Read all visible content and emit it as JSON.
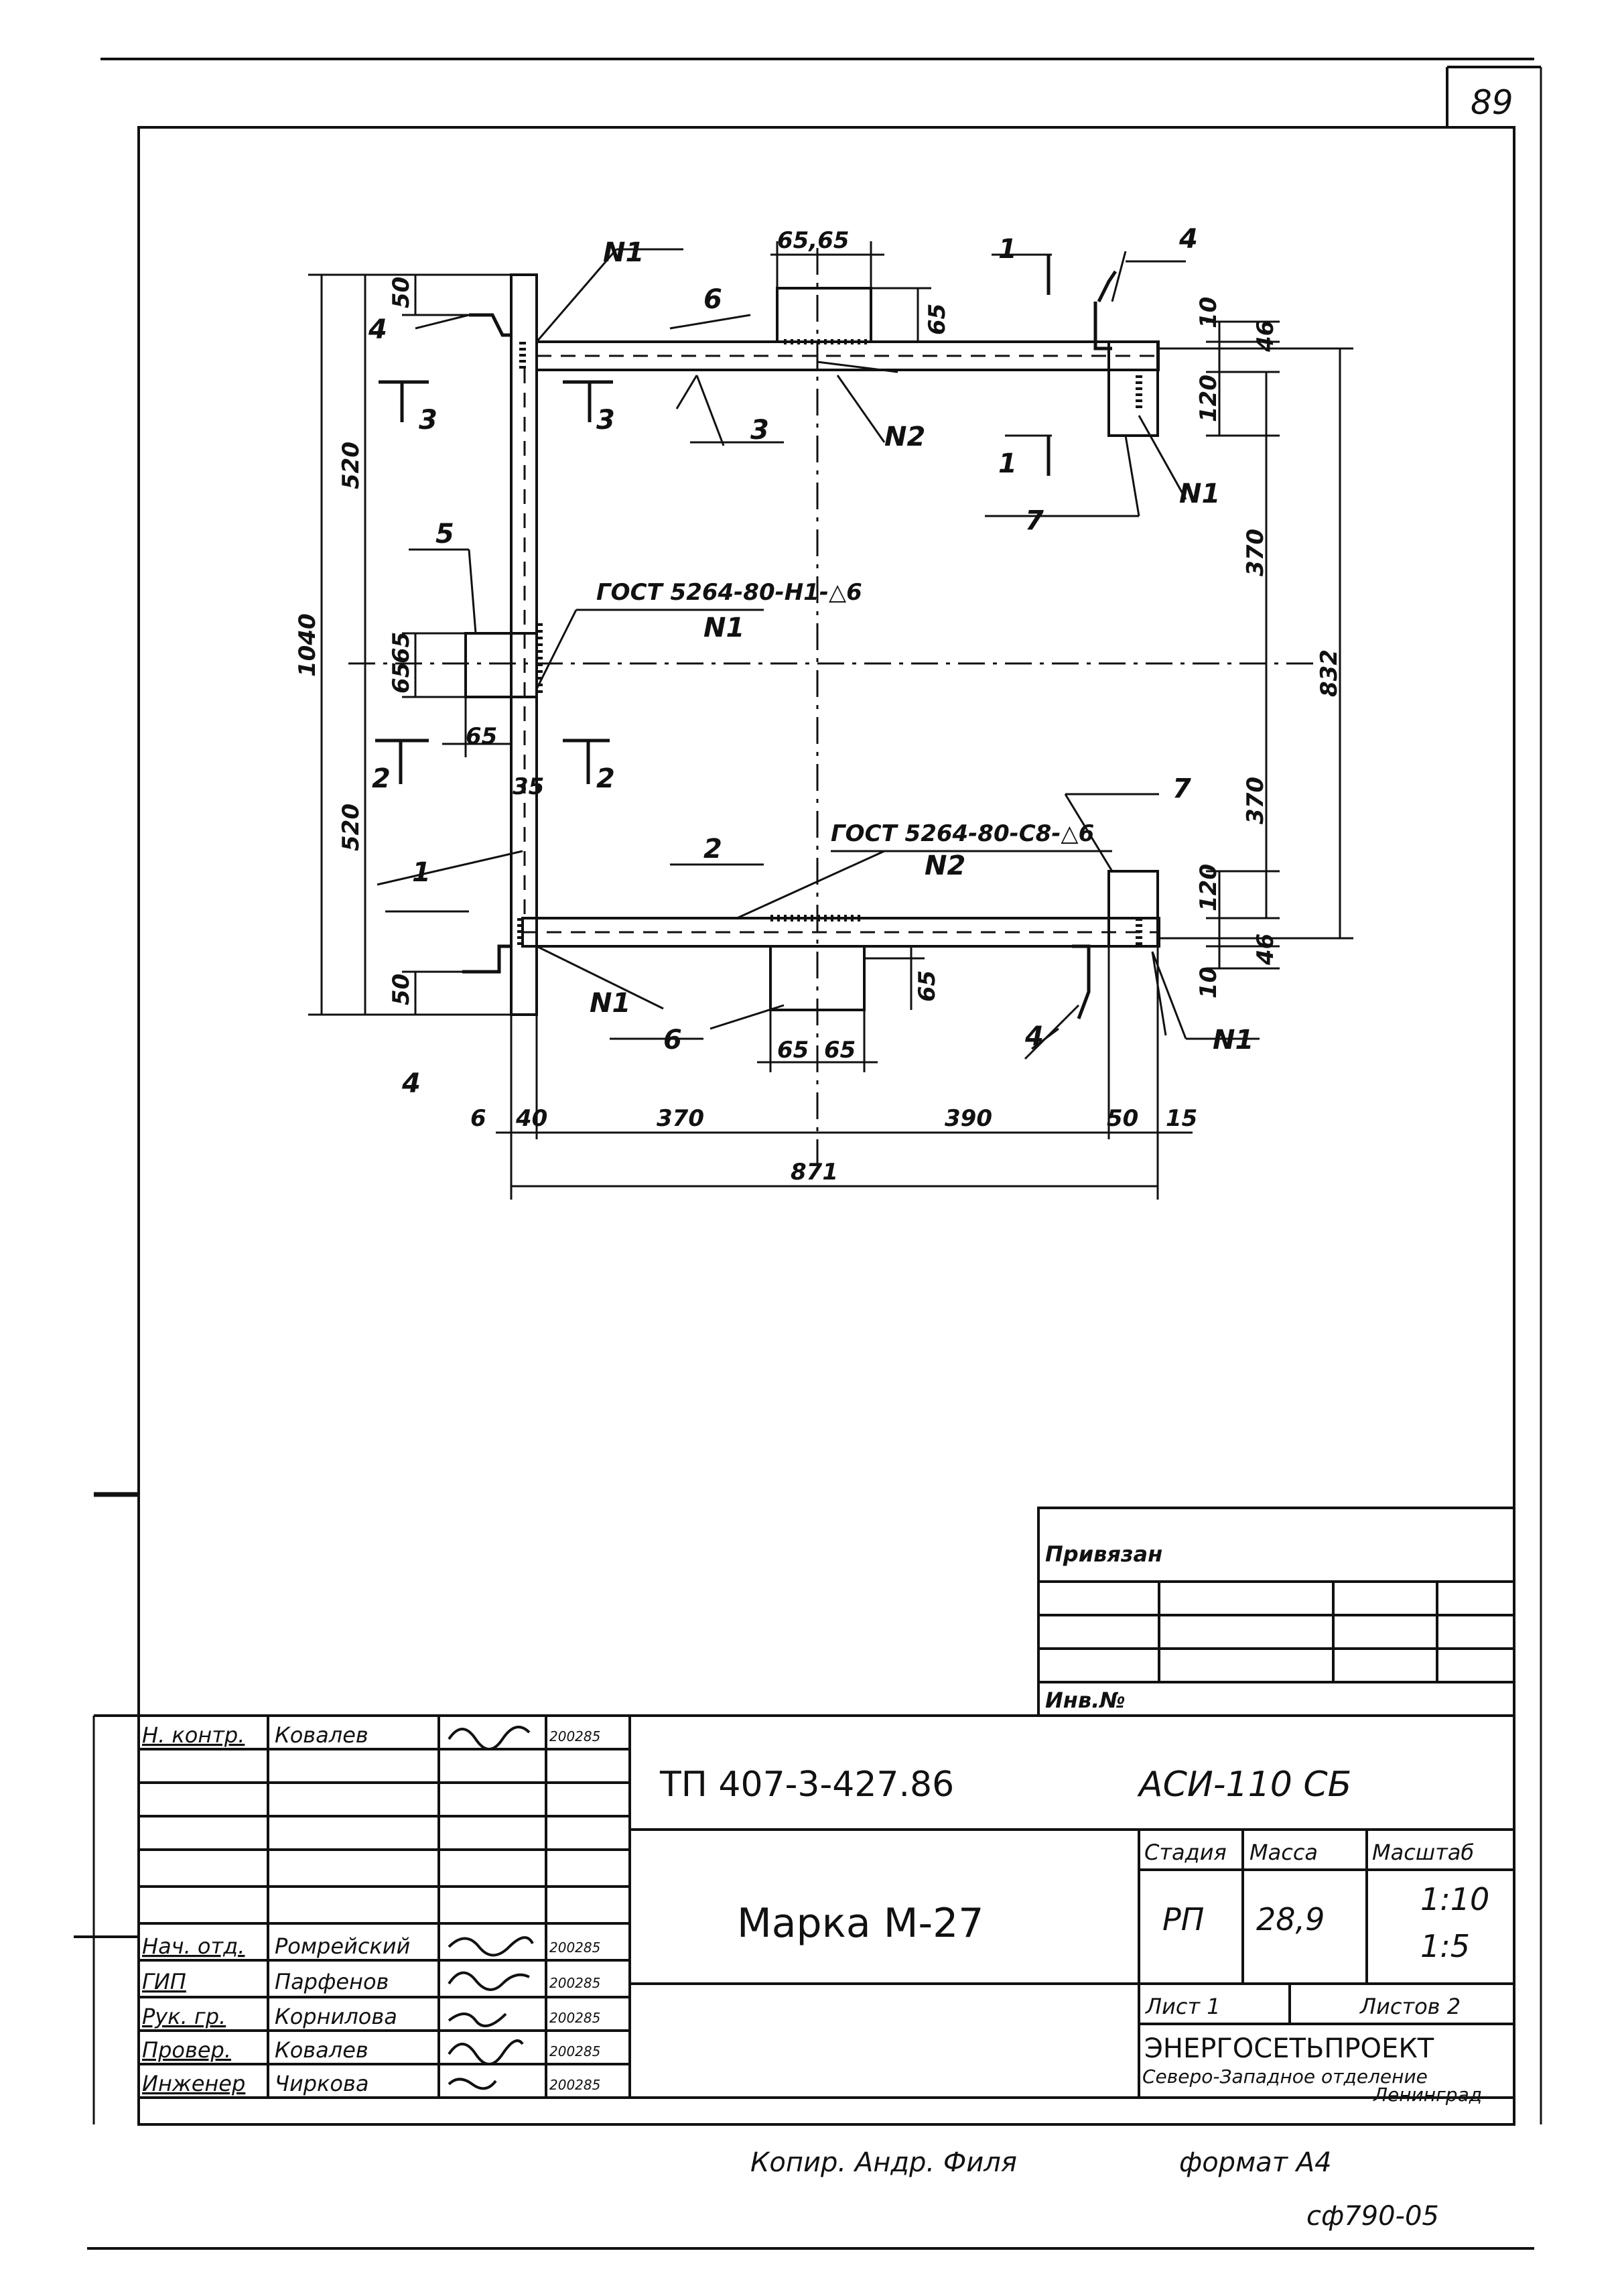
{
  "sheet": {
    "page_number": "89",
    "bottom_code": "сф790-05",
    "copy_note": "Копир. Андр. Филя",
    "format_note": "формат А4"
  },
  "drawing": {
    "part_labels": [
      "1",
      "2",
      "3",
      "4",
      "5",
      "6",
      "7"
    ],
    "weld_labels": [
      "N1",
      "N2"
    ],
    "section_labels": [
      "1",
      "2",
      "3"
    ],
    "weld_note_1": "ГОСТ 5264-80-Н1-△6",
    "weld_note_1_ref": "N1",
    "weld_note_2": "ГОСТ 5264-80-С8-△6",
    "weld_note_2_ref": "N2",
    "dims": {
      "d1040": "1040",
      "d520a": "520",
      "d520b": "520",
      "d50a": "50",
      "d50b": "50",
      "d65a": "65",
      "d65b": "65",
      "d65c": "65",
      "d65top": "65",
      "d65_65_top": "65,65",
      "d65_65_bot_a": "65",
      "d65_65_bot_b": "65",
      "d65_bot_side": "65",
      "d35": "35",
      "d10a": "10",
      "d10b": "10",
      "d46a": "46",
      "d46b": "46",
      "d120a": "120",
      "d120b": "120",
      "d370a": "370",
      "d370b": "370",
      "d832": "832",
      "d6": "6",
      "d40": "40",
      "d370c": "370",
      "d390": "390",
      "d50c": "50",
      "d15": "15",
      "d871": "871"
    }
  },
  "privyazan": {
    "title": "Привязан",
    "inv_label": "Инв.№"
  },
  "title_block": {
    "doc_code": "ТП 407-3-427.86",
    "project_code": "АСИ-110 СБ",
    "name": "Марка М-27",
    "stage_header": "Стадия",
    "mass_header": "Масса",
    "scale_header": "Масштаб",
    "stage": "РП",
    "mass": "28,9",
    "scale_1": "1:10",
    "scale_2": "1:5",
    "sheet_label": "Лист 1",
    "sheets_label": "Листов 2",
    "org": "ЭНЕРГОСЕТЬПРОЕКТ",
    "org_branch": "Северо-Западное отделение",
    "org_city": "Ленинград",
    "signers": [
      {
        "role": "Н. контр.",
        "name": "Ковалев",
        "date": "200285"
      },
      {
        "role": "Нач. отд.",
        "name": "Ромрейский",
        "date": "200285"
      },
      {
        "role": "ГИП",
        "name": "Парфенов",
        "date": "200285"
      },
      {
        "role": "Рук. гр.",
        "name": "Корнилова",
        "date": "200285"
      },
      {
        "role": "Провер.",
        "name": "Ковалев",
        "date": "200285"
      },
      {
        "role": "Инженер",
        "name": "Чиркова",
        "date": "200285"
      }
    ]
  }
}
